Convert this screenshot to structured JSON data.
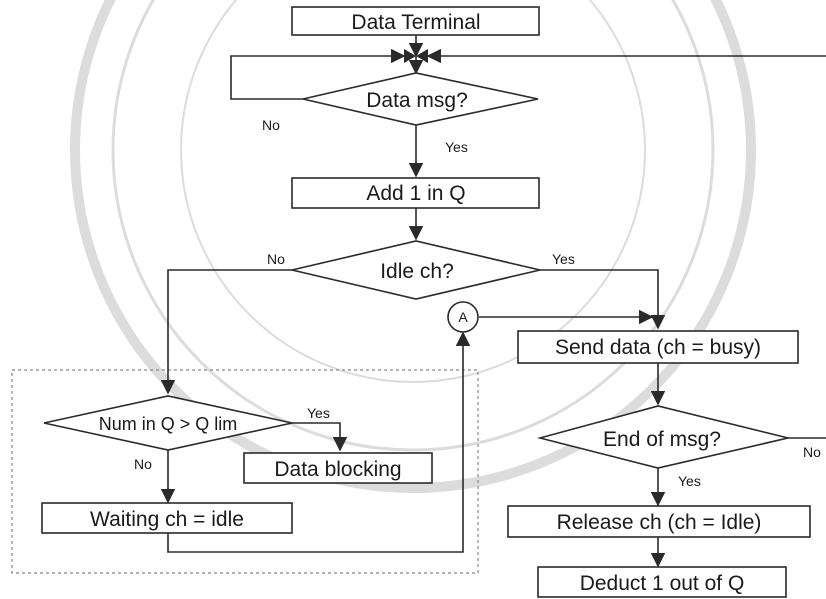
{
  "flowchart": {
    "data_terminal": "Data Terminal",
    "data_msg": "Data msg?",
    "add_to_queue": "Add 1 in Q",
    "idle_channel": "Idle ch?",
    "connector": "A",
    "send_data": "Send data (ch = busy)",
    "queue_check": "Num in Q > Q lim",
    "data_blocking": "Data blocking",
    "waiting": "Waiting ch = idle",
    "end_of_msg": "End of msg?",
    "release": "Release ch (ch = Idle)",
    "deduct": "Deduct 1 out of Q"
  },
  "edge_labels": {
    "data_msg_no": "No",
    "data_msg_yes": "Yes",
    "idle_no": "No",
    "idle_yes": "Yes",
    "queue_yes": "Yes",
    "queue_no": "No",
    "end_no": "No",
    "end_yes": "Yes"
  },
  "colors": {
    "line": "#2a2a2a",
    "watermark": "#dcdcdc",
    "dashed_border": "#888888"
  }
}
